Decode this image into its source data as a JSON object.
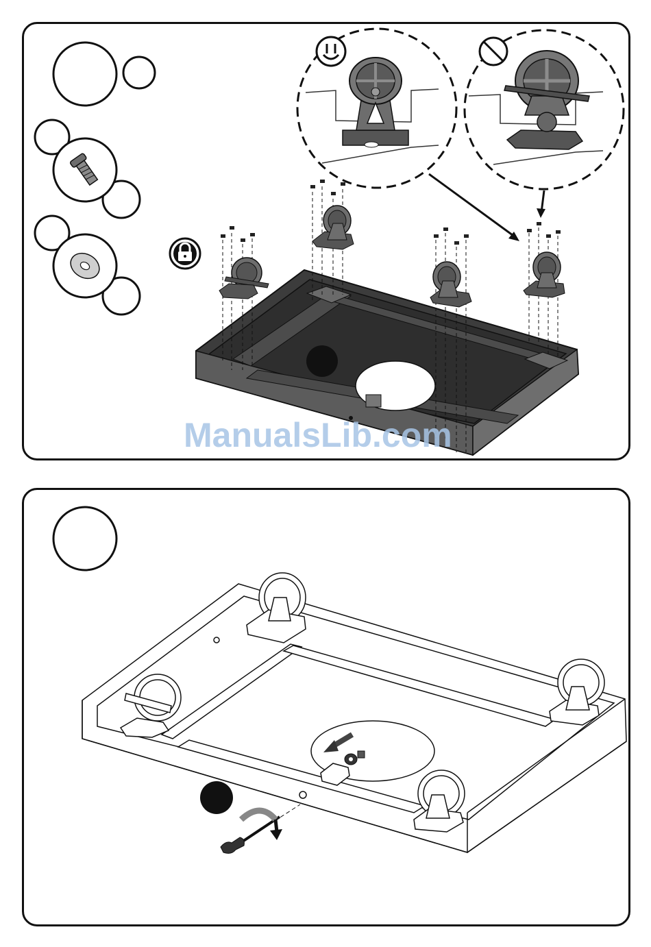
{
  "watermark": {
    "text": "ManualsLib.com"
  },
  "colors": {
    "outline": "#111111",
    "metal_dark": "#4a4a4a",
    "metal_mid": "#6d6d6d",
    "metal_light": "#9a9a9a",
    "watermark": "#a8c5e6"
  },
  "panels": [
    {
      "id": "step-panel-1",
      "icons": [
        "smile-icon",
        "prohibited-icon",
        "lock-icon",
        "bolt-icon",
        "washer-icon"
      ]
    },
    {
      "id": "step-panel-2",
      "icons": [
        "wing-bolt-icon",
        "rotate-arrow-icon",
        "insert-arrow-icon"
      ]
    }
  ]
}
